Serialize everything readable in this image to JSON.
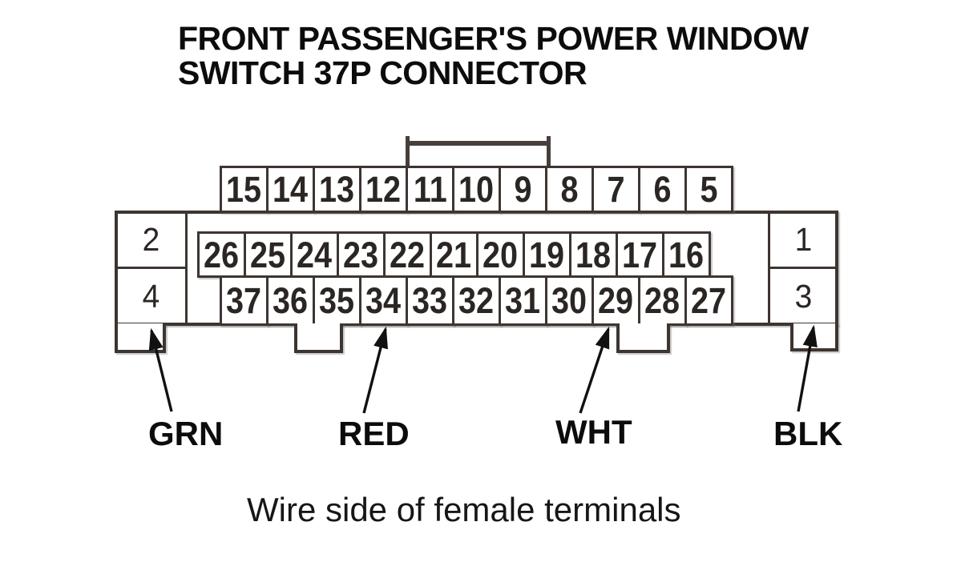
{
  "title": {
    "line1": "FRONT PASSENGER'S POWER WINDOW",
    "line2": "SWITCH 37P CONNECTOR"
  },
  "connector": {
    "top_row_pins": [
      "15",
      "14",
      "13",
      "12",
      "11",
      "10",
      "9",
      "8",
      "7",
      "6",
      "5"
    ],
    "middle_row_pins": [
      "26",
      "25",
      "24",
      "23",
      "22",
      "21",
      "20",
      "19",
      "18",
      "17",
      "16"
    ],
    "bottom_row_pins": [
      "37",
      "36",
      "35",
      "34",
      "33",
      "32",
      "31",
      "30",
      "29",
      "28",
      "27"
    ],
    "left_column_pins": [
      "2",
      "4"
    ],
    "right_column_pins": [
      "1",
      "3"
    ]
  },
  "wire_labels": [
    {
      "label": "GRN",
      "points_to_pin": "4"
    },
    {
      "label": "RED",
      "points_to_pin": "34"
    },
    {
      "label": "WHT",
      "points_to_pin": "29"
    },
    {
      "label": "BLK",
      "points_to_pin": "3"
    }
  ],
  "caption": "Wire side of female terminals",
  "colors": {
    "line": "#3d3531",
    "text": "#111111",
    "background": "#ffffff"
  }
}
